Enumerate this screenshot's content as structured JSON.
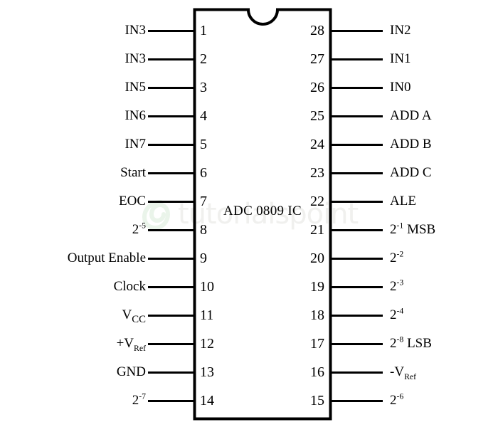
{
  "diagram": {
    "title": "ADC 0809 IC",
    "chip_label": "ADC 0809 IC",
    "watermark_text": "tutorialspoint",
    "watermark_color": "#f0f0ee",
    "logo_color": "#eaf4ea",
    "line_color": "#000000",
    "background_color": "#ffffff",
    "package": "28-pin DIP",
    "notch": "top-center semicircle"
  },
  "pins_left": [
    {
      "number": "1",
      "label": "IN3"
    },
    {
      "number": "2",
      "label": "IN3"
    },
    {
      "number": "3",
      "label": "IN5"
    },
    {
      "number": "4",
      "label": "IN6"
    },
    {
      "number": "5",
      "label": "IN7"
    },
    {
      "number": "6",
      "label": "Start"
    },
    {
      "number": "7",
      "label": "EOC"
    },
    {
      "number": "8",
      "label": "2-5",
      "base": "2",
      "exp": "-5"
    },
    {
      "number": "9",
      "label": "Output Enable"
    },
    {
      "number": "10",
      "label": "Clock"
    },
    {
      "number": "11",
      "label": "VCC",
      "base": "V",
      "sub": "CC"
    },
    {
      "number": "12",
      "label": "+VRef",
      "base": "+V",
      "sub": "Ref"
    },
    {
      "number": "13",
      "label": "GND"
    },
    {
      "number": "14",
      "label": "2-7",
      "base": "2",
      "exp": "-7"
    }
  ],
  "pins_right": [
    {
      "number": "28",
      "label": "IN2"
    },
    {
      "number": "27",
      "label": "IN1"
    },
    {
      "number": "26",
      "label": "IN0"
    },
    {
      "number": "25",
      "label": "ADD A"
    },
    {
      "number": "24",
      "label": "ADD B"
    },
    {
      "number": "23",
      "label": "ADD C"
    },
    {
      "number": "22",
      "label": "ALE"
    },
    {
      "number": "21",
      "label": "2-1 MSB",
      "base": "2",
      "exp": "-1",
      "suffix": " MSB"
    },
    {
      "number": "20",
      "label": "2-2",
      "base": "2",
      "exp": "-2"
    },
    {
      "number": "19",
      "label": "2-3",
      "base": "2",
      "exp": "-3"
    },
    {
      "number": "18",
      "label": "2-4",
      "base": "2",
      "exp": "-4"
    },
    {
      "number": "17",
      "label": "2-8 LSB",
      "base": "2",
      "exp": "-8",
      "suffix": " LSB"
    },
    {
      "number": "16",
      "label": "-VRef",
      "base": "-V",
      "sub": "Ref"
    },
    {
      "number": "15",
      "label": "2-6",
      "base": "2",
      "exp": "-6"
    }
  ]
}
